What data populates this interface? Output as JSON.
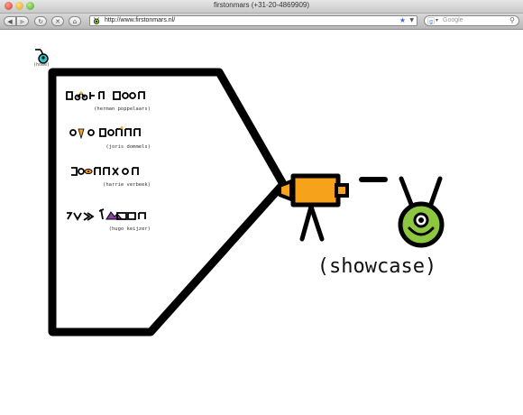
{
  "browser": {
    "window_title": "firstonmars (+31-20-4869909)",
    "url": "http://www.firstonmars.nl/",
    "search_placeholder": "Google"
  },
  "page": {
    "home_label": "(home)",
    "members": [
      {
        "name": "(herman poppelaars)"
      },
      {
        "name": "(joris dommels)"
      },
      {
        "name": "(harrie verbeek)"
      },
      {
        "name": "(hugo keijzer)"
      }
    ],
    "showcase_label": "(showcase)",
    "colors": {
      "accent_orange": "#f7a21b",
      "alien_green": "#8dc63f",
      "alien_teal": "#2ec4c4",
      "line": "#000000"
    }
  }
}
